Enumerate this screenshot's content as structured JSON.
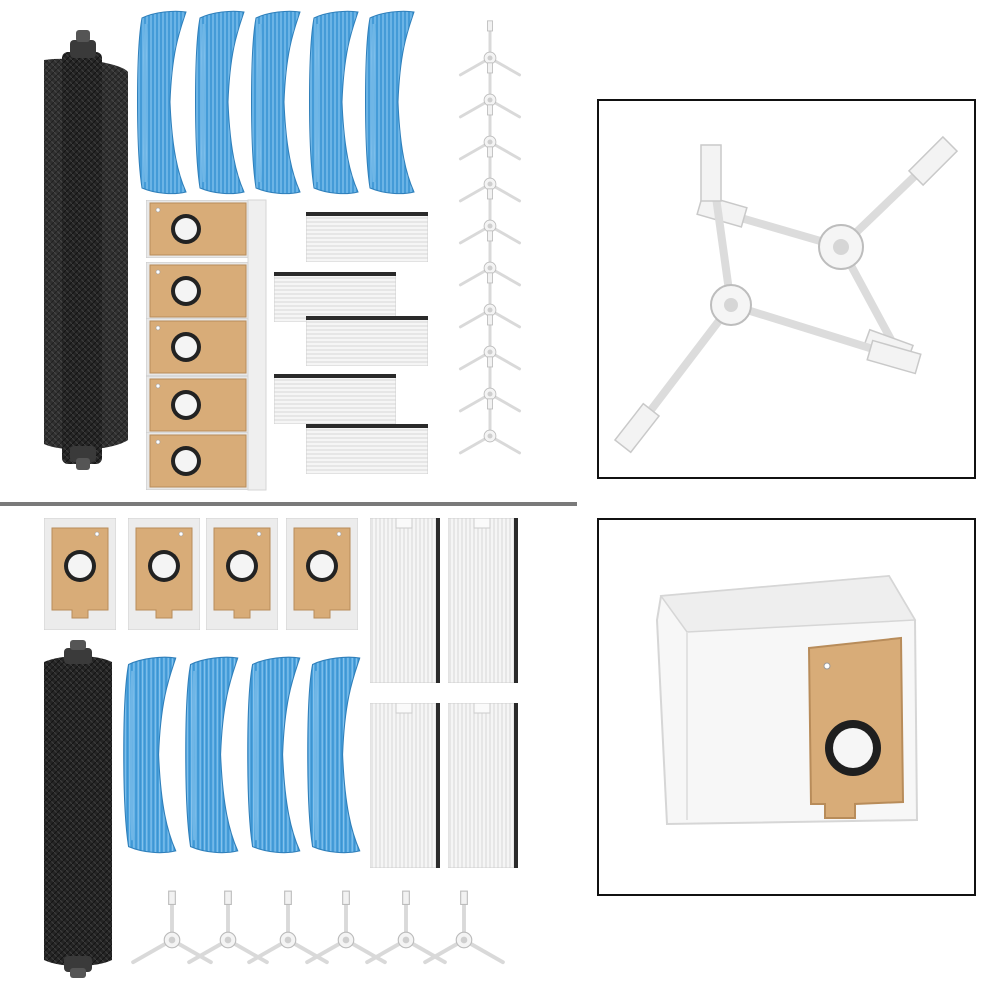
{
  "colors": {
    "mop_blue": "#4aa3df",
    "mop_stripe": "#8cc6ee",
    "kraft": "#d8ac78",
    "roller_dark": "#232323",
    "filter_white": "#f3f3f3",
    "frame_border": "#111111",
    "divider": "#7a7a7a"
  },
  "contents": {
    "upper_set": {
      "main_brush_count": 1,
      "mop_pad_count": 5,
      "dust_bag_count": 5,
      "filter_count": 5,
      "side_brush_count": 10
    },
    "lower_set": {
      "main_brush_count": 1,
      "mop_pad_count": 4,
      "dust_bag_count": 4,
      "filter_count": 4,
      "side_brush_count": 6
    }
  },
  "detail_views": [
    {
      "subject": "side-brush-pair",
      "items": 2
    },
    {
      "subject": "dust-bag-closeup",
      "items": 1
    }
  ]
}
